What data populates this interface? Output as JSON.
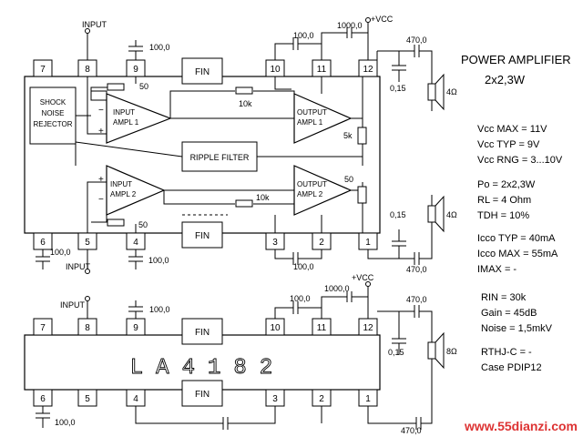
{
  "pin_numbers": [
    "7",
    "8",
    "9",
    "10",
    "11",
    "12",
    "6",
    "5",
    "4",
    "3",
    "2",
    "1"
  ],
  "labels": {
    "input": "INPUT",
    "vcc": "+VCC",
    "fin": "FIN",
    "shock": "SHOCK",
    "noise": "NOISE",
    "rejector": "REJECTOR",
    "input_ampl_1": "INPUT",
    "ampl_1": "AMPL 1",
    "output_ampl_1": "OUTPUT",
    "ripple_filter": "RIPPLE FILTER",
    "input_ampl_2": "INPUT",
    "ampl_2": "AMPL 2",
    "output_ampl_2": "OUTPUT",
    "chip_name": "LA4182"
  },
  "components": {
    "c100": "100,0",
    "c1000": "1000,0",
    "c470": "470,0",
    "c015": "0,15",
    "r50": "50",
    "r10k": "10k",
    "r5k": "5k",
    "spk4": "4Ω",
    "spk8": "8Ω"
  },
  "specs": {
    "title_line1": "POWER AMPLIFIER",
    "title_line2": "2x2,3W",
    "vcc_max": "Vcc MAX = 11V",
    "vcc_typ": "Vcc TYP = 9V",
    "vcc_rng": "Vcc RNG = 3...10V",
    "po": "Po  = 2x2,3W",
    "rl": "RL  = 4 Ohm",
    "tdh": "TDH = 10%",
    "icco_typ": "Icco TYP = 40mA",
    "icco_max": "Icco MAX = 55mA",
    "imax": "IMAX  =   -",
    "rin": "RIN  = 30k",
    "gain": "Gain  = 45dB",
    "noise": "Noise = 1,5mkV",
    "rthj": "RTHJ-C = -",
    "case": "Case  PDIP12"
  },
  "watermark": "www.55dianzi.com"
}
